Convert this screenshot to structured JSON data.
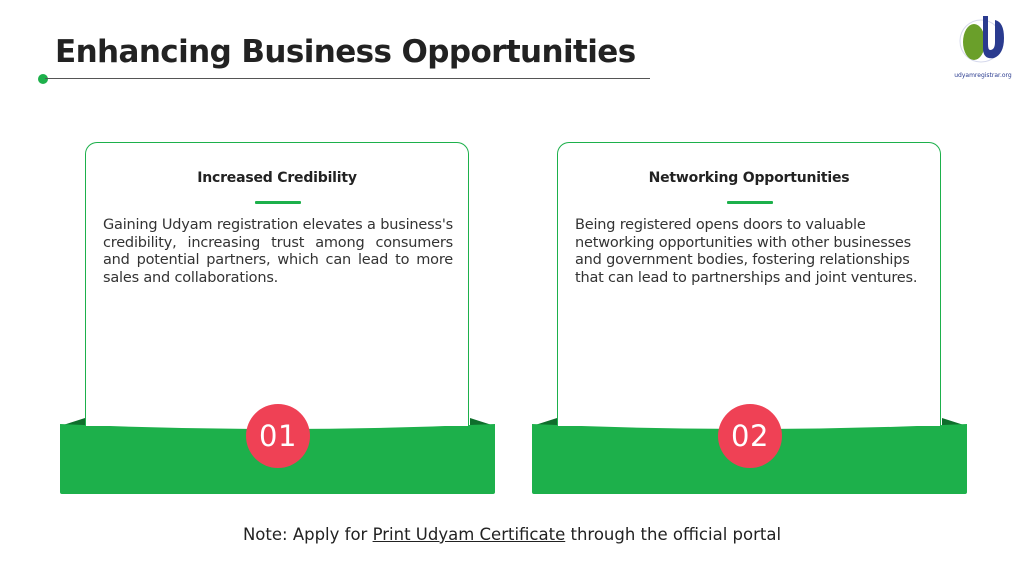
{
  "slide": {
    "title": "Enhancing Business Opportunities"
  },
  "logo": {
    "icon": "udyam-registrar-logo-icon",
    "caption": "udyamregistrar.org"
  },
  "cards": [
    {
      "number": "01",
      "heading": "Increased Credibility",
      "body": "Gaining Udyam registration elevates a business's credibility, increasing trust among consumers and potential partners, which can lead to more sales and collaborations."
    },
    {
      "number": "02",
      "heading": "Networking Opportunities",
      "body": "Being registered opens doors to valuable networking opportunities with other businesses and government bodies, fostering relationships that can lead to partnerships and joint ventures."
    }
  ],
  "note": {
    "prefix": "Note: Apply for ",
    "link_text": "Print Udyam Certificate",
    "suffix": " through the official portal"
  },
  "colors": {
    "accent_green": "#1db04b",
    "dark_green": "#0f6e2c",
    "number_red": "#ef4155",
    "logo_green": "#6a9f2a",
    "logo_blue": "#2a3b8f"
  }
}
